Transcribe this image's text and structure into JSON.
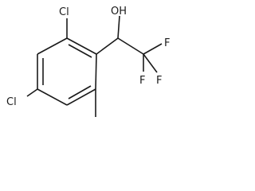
{
  "structure": {
    "atoms": {
      "cl_top": "Cl",
      "cl_left": "Cl",
      "oh": "OH",
      "f_upper": "F",
      "f_left": "F",
      "f_right": "F"
    }
  }
}
